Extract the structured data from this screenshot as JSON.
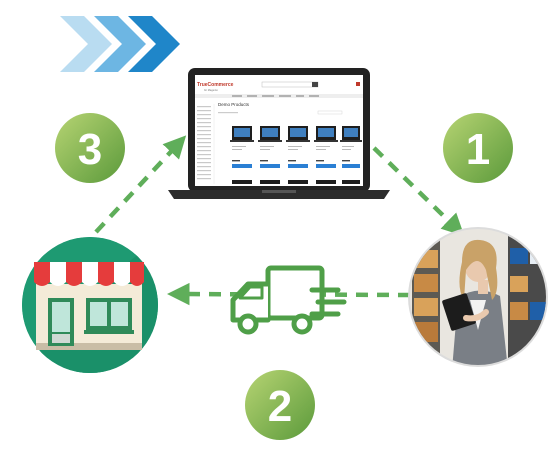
{
  "steps": [
    {
      "number": "1"
    },
    {
      "number": "2"
    },
    {
      "number": "3"
    }
  ],
  "laptop_screen": {
    "logo_main": "TrueCommerce",
    "logo_sub": "for Magento",
    "page_heading": "Demo Products"
  },
  "icons": {
    "chevrons": "chevron-right-triple-icon",
    "truck": "delivery-truck-icon",
    "store": "storefront-icon",
    "person": "warehouse-worker-with-tablet"
  },
  "colors": {
    "chevron_light": "#a9d4ee",
    "chevron_mid": "#5eaedf",
    "chevron_dark": "#1f86c9",
    "green_arrow": "#5fae5a",
    "badge_light": "#a8c96a",
    "badge_dark": "#5e9a3c",
    "store_circle": "#1e9a72",
    "awning_red": "#e53c3c",
    "truck_green": "#4f9f48"
  }
}
